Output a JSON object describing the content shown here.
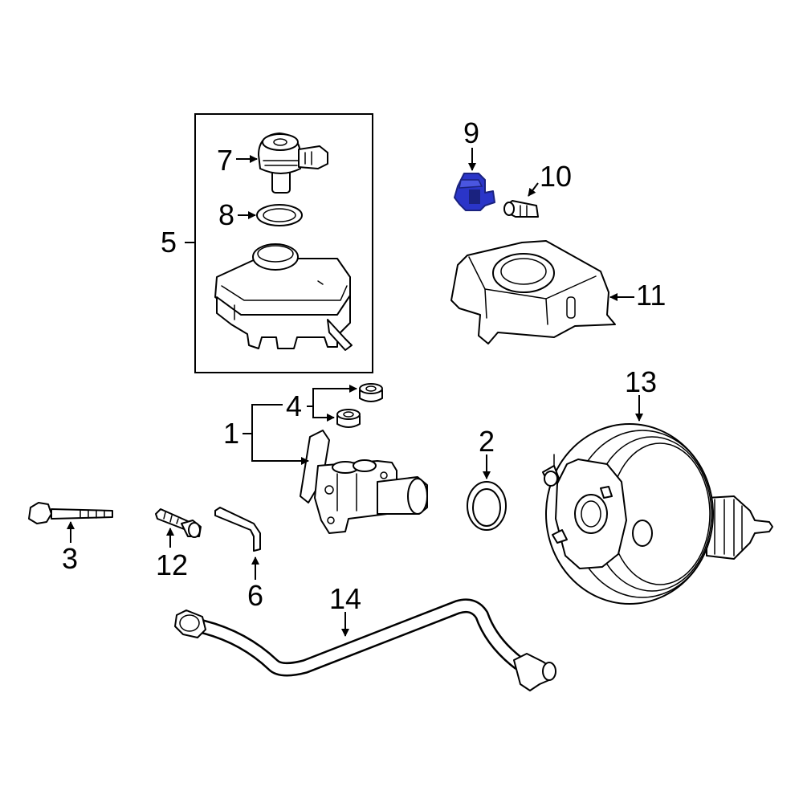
{
  "callouts": {
    "c1": "1",
    "c2": "2",
    "c3": "3",
    "c4": "4",
    "c5": "5",
    "c6": "6",
    "c7": "7",
    "c8": "8",
    "c9": "9",
    "c10": "10",
    "c11": "11",
    "c12": "12",
    "c13": "13",
    "c14": "14"
  },
  "colors": {
    "line": "#000000",
    "background": "#ffffff",
    "highlight_part": "#2a35c8",
    "highlight_shade": "#1a227f"
  },
  "highlighted_callout": "9"
}
